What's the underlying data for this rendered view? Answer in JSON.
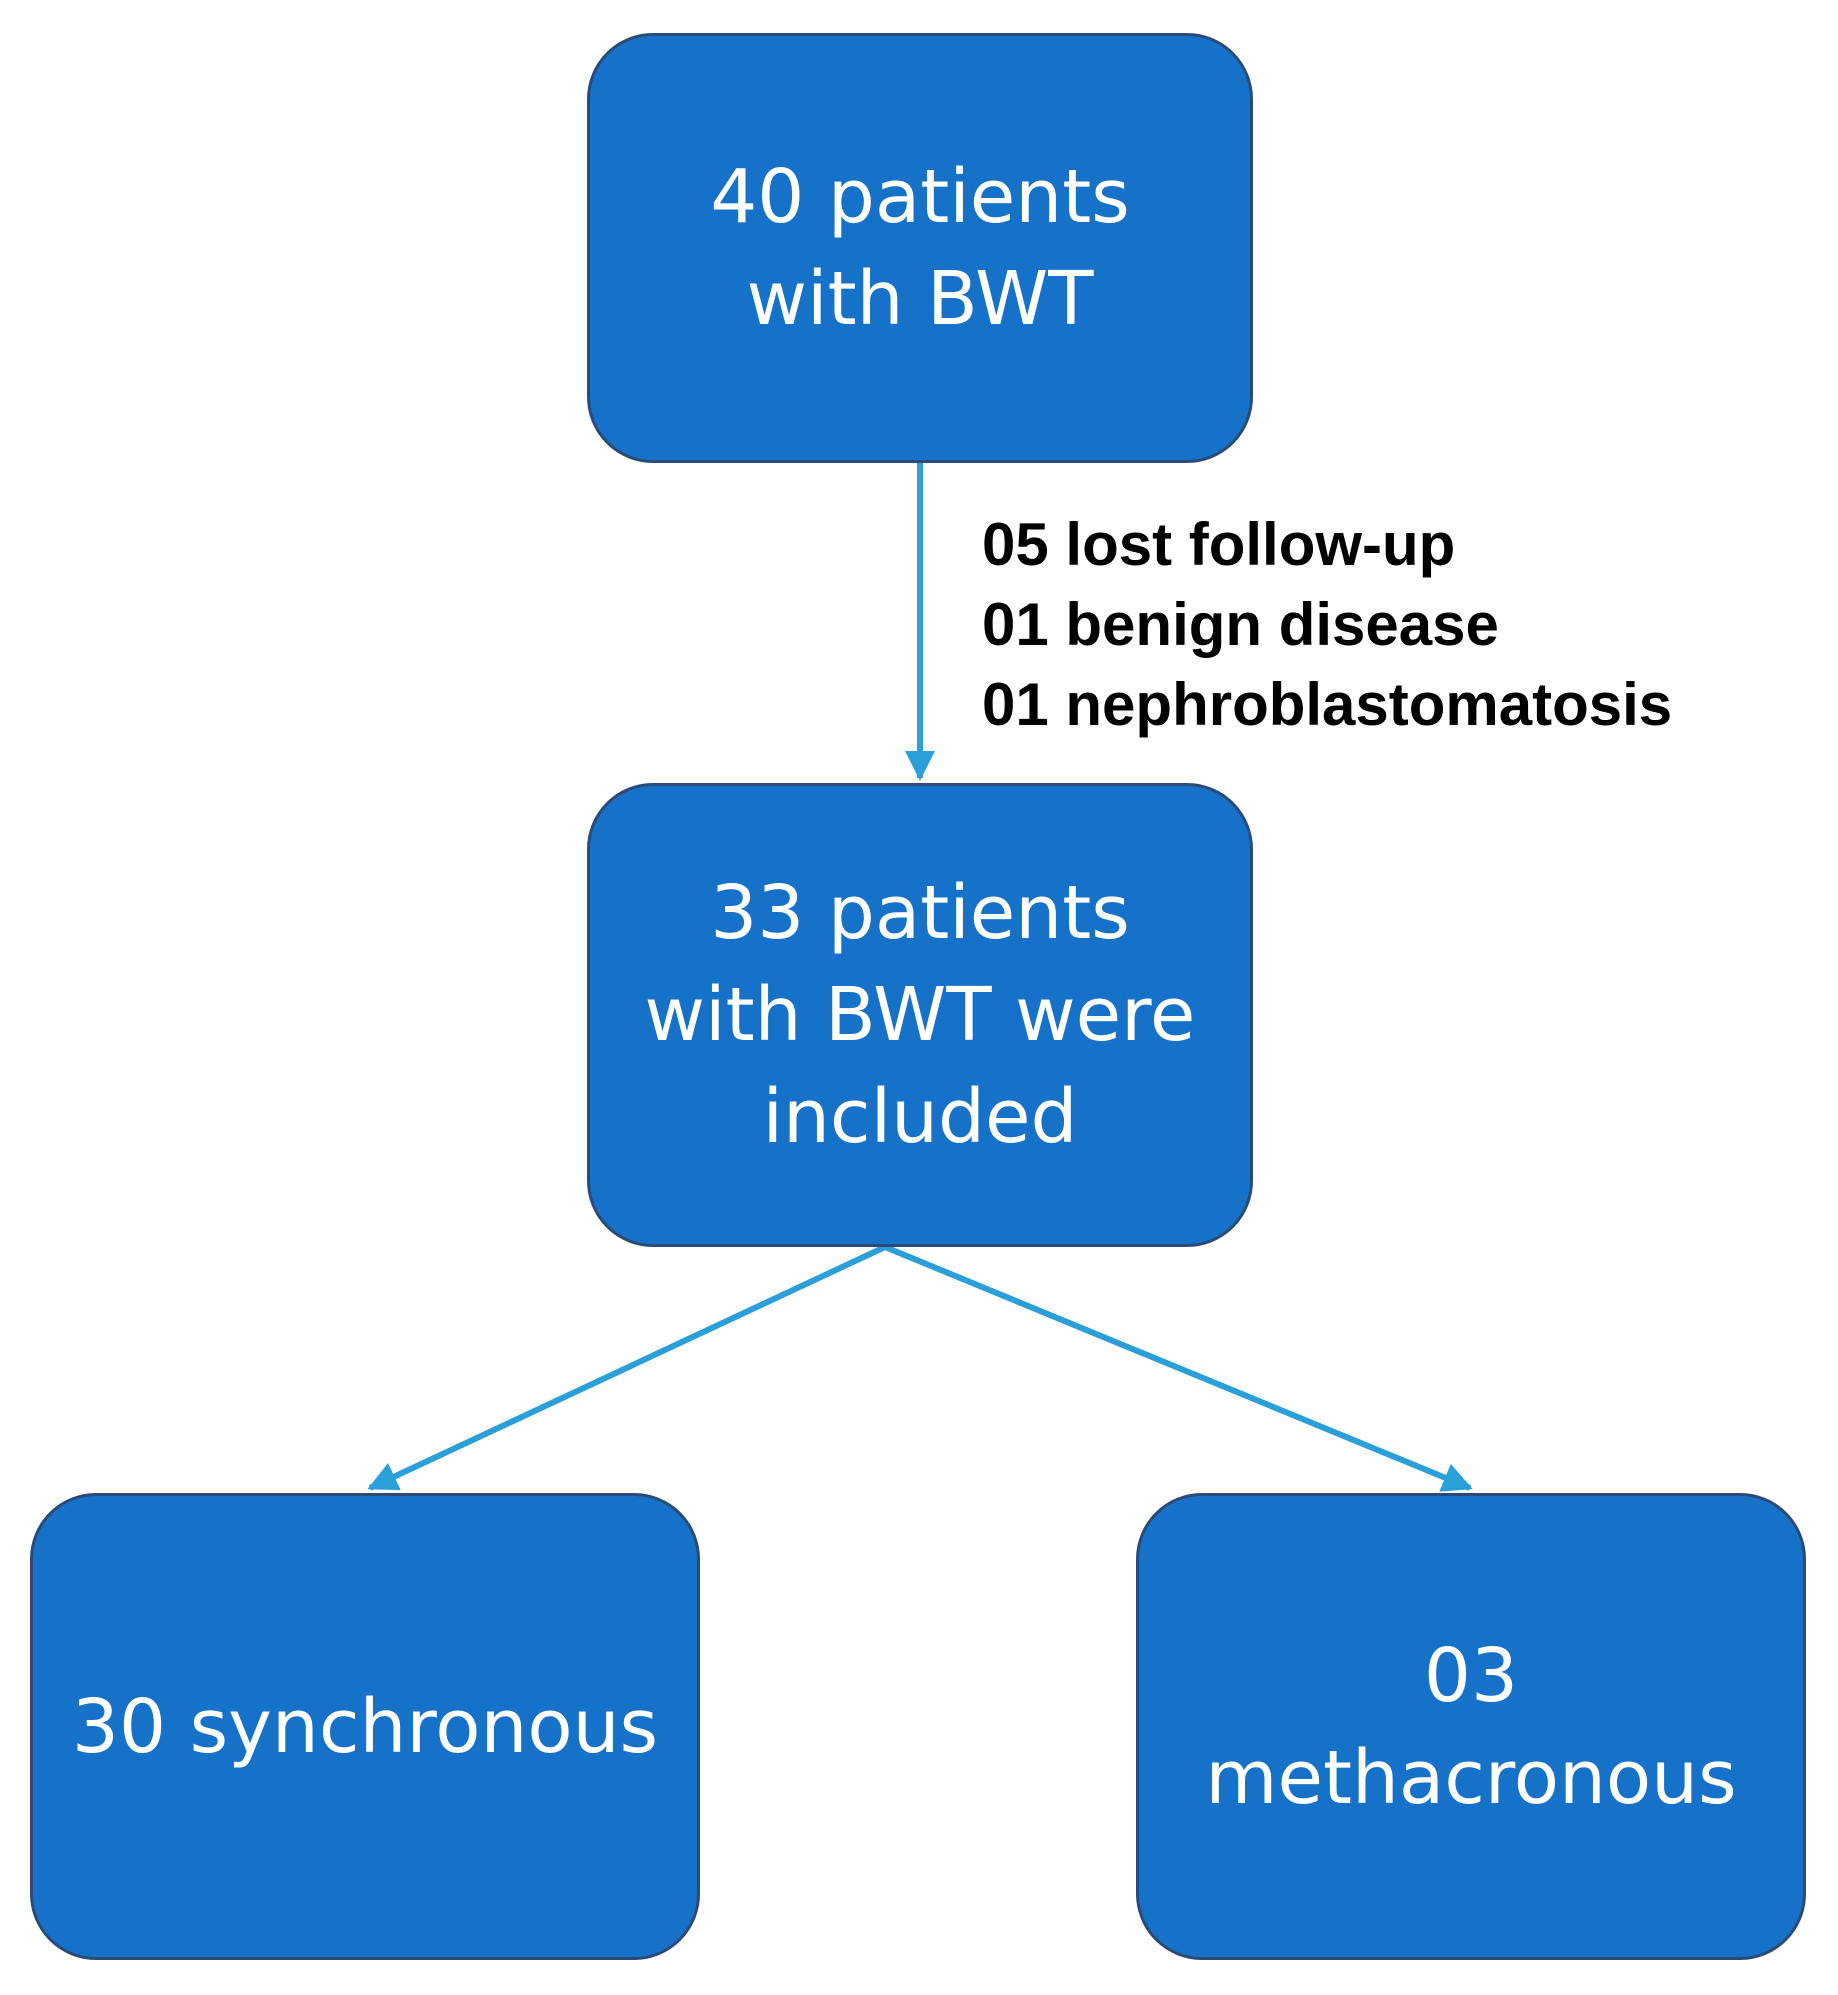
{
  "nodes": {
    "total": {
      "lines": [
        "40 patients",
        "with BWT"
      ]
    },
    "included": {
      "lines": [
        "33 patients",
        "with BWT were",
        "included"
      ]
    },
    "synchronous": {
      "lines": [
        "30 synchronous"
      ]
    },
    "metachronous": {
      "lines": [
        "03",
        "methacronous"
      ]
    }
  },
  "exclusions": {
    "lines": [
      "05 lost follow-up",
      "01 benign disease",
      "01 nephroblastomatosis"
    ]
  },
  "colors": {
    "box_fill": "#1672c8",
    "box_border": "#2a4a78",
    "arrow": "#2a9fd8",
    "label_text": "#000000"
  }
}
